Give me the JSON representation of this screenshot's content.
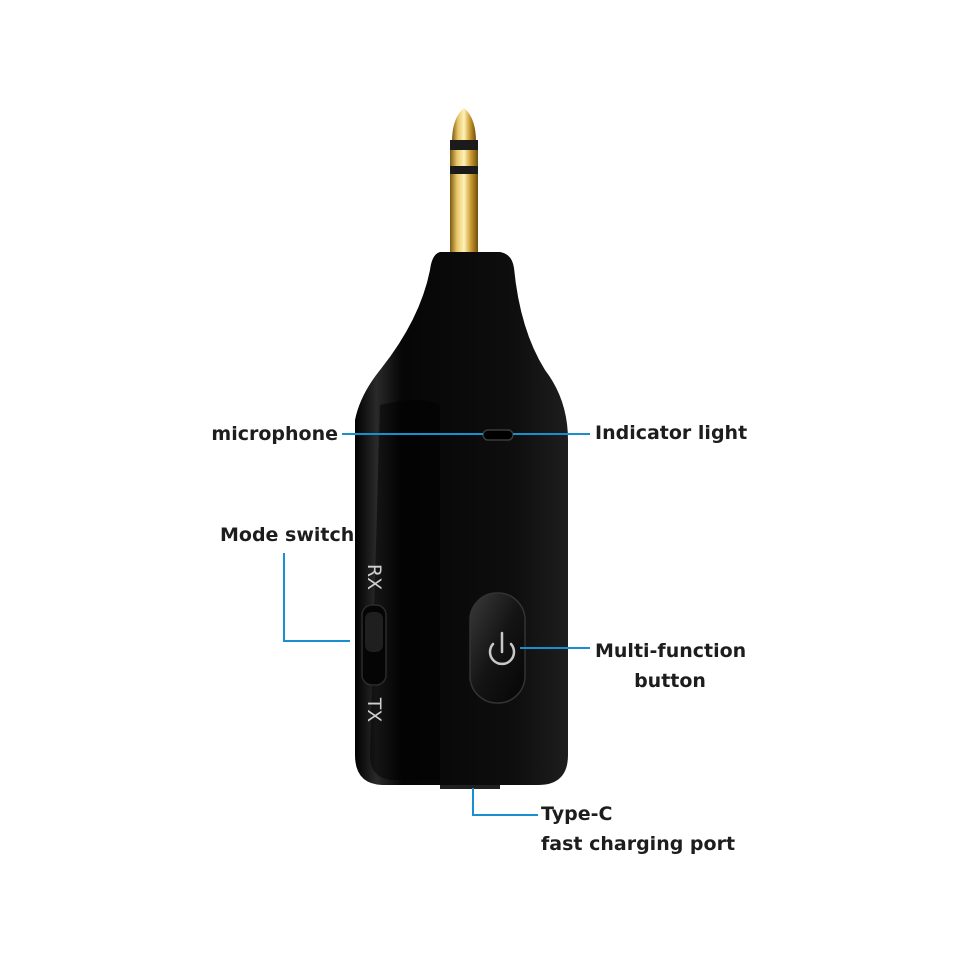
{
  "device": {
    "mode_marks": {
      "upper": "RX",
      "lower": "TX"
    }
  },
  "callouts": {
    "microphone": "microphone",
    "indicator_light": "Indicator light",
    "mode_switch": "Mode switch",
    "multi_function": [
      "Multi-function",
      "button"
    ],
    "type_c": [
      "Type-C",
      "fast charging port"
    ]
  },
  "colors": {
    "leader_line": "#1a8fd0",
    "body": "#0c0c0c",
    "gold": "#d4a84a"
  }
}
